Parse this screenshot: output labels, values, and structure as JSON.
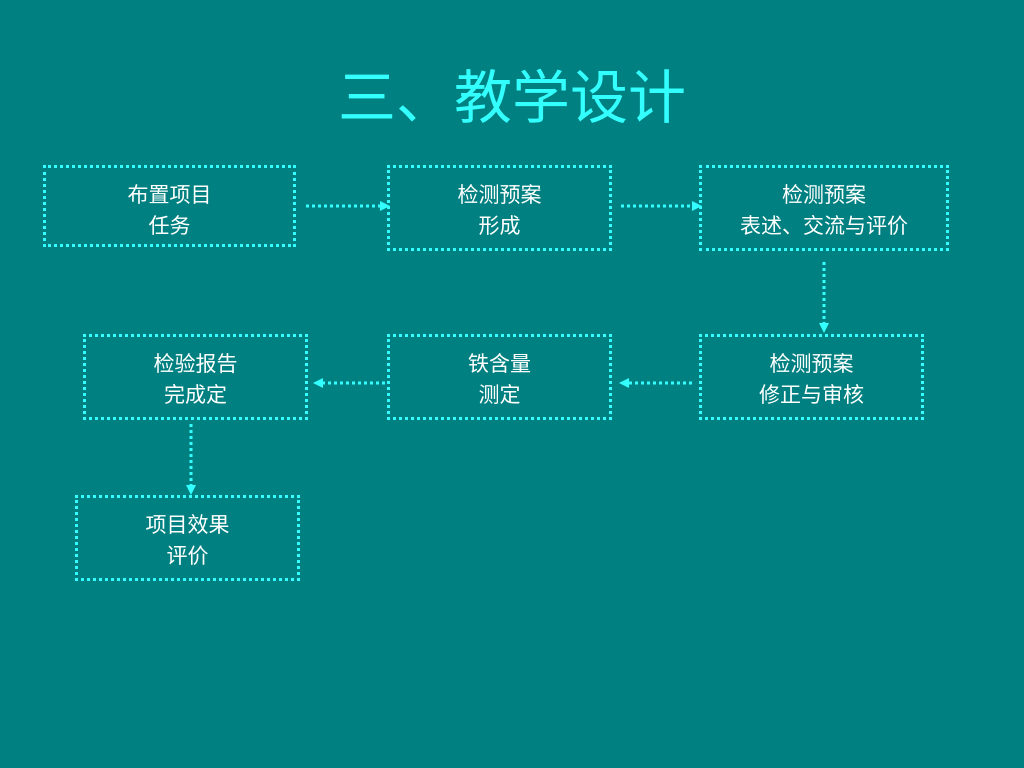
{
  "title": "三、教学设计",
  "colors": {
    "background": "#008080",
    "accent": "#33ffff",
    "text": "#ffffff"
  },
  "steps": [
    {
      "line1": "布置项目",
      "line2": "任务"
    },
    {
      "line1": "检测预案",
      "line2": "形成"
    },
    {
      "line1": "检测预案",
      "line2": "表述、交流与评价"
    },
    {
      "line1": "检测预案",
      "line2": "修正与审核"
    },
    {
      "line1": "铁含量",
      "line2": "测定"
    },
    {
      "line1": "检验报告",
      "line2": "完成定"
    },
    {
      "line1": "项目效果",
      "line2": "评价"
    }
  ]
}
